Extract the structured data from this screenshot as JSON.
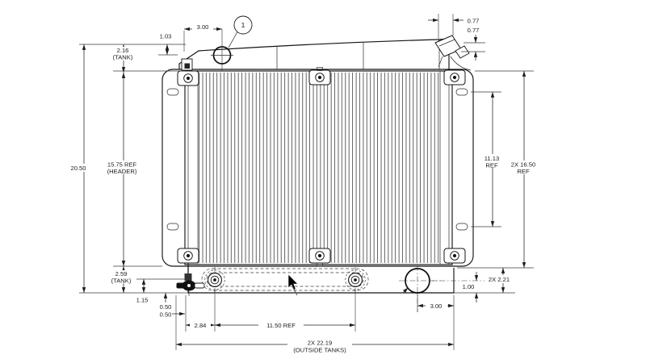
{
  "drawing": {
    "balloon_1": "1",
    "dims": {
      "overall_height": "20.50",
      "top_tank_height": "2.16",
      "top_tank_sub": "(TANK)",
      "header_height": "15.75 REF",
      "header_sub": "(HEADER)",
      "bottom_tank_height": "2.59",
      "bottom_tank_sub": "(TANK)",
      "neck_drop": "1.03",
      "neck_offset": "3.00",
      "overflow_width": "0.77",
      "overflow_height": "0.77",
      "slot_span": "11.13",
      "slot_span_sub": "REF",
      "flange_height": "2X 16.50",
      "flange_height_sub": "REF",
      "tank_depth": "2X 2.21",
      "outlet_drop": "1.00",
      "petcock_drop": "1.15",
      "petcock_gap_v": "0.50",
      "petcock_gap_h": "0.50",
      "stud_offset": "2.84",
      "stud_span": "11.50 REF",
      "overall_width": "2X 22.19",
      "overall_width_sub": "(OUTSIDE TANKS)",
      "outlet_offset": "3.00"
    }
  }
}
